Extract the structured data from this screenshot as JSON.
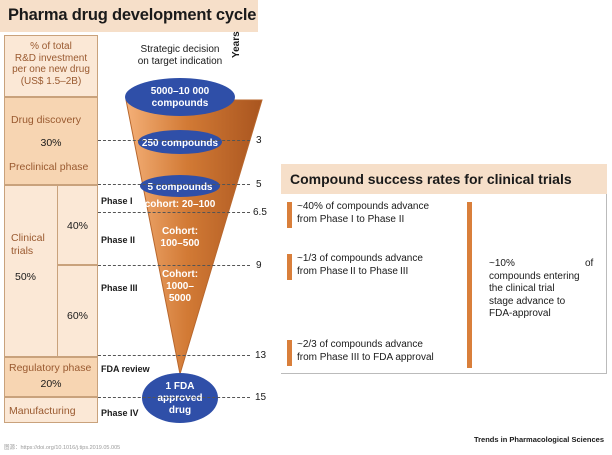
{
  "title": "Pharma drug development cycle",
  "header": {
    "investment_label": "% of total\nR&D investment\nper one new drug\n(US$ 1.5–2B)",
    "strategic_label": "Strategic decision\non target indication",
    "years_label": "Years"
  },
  "stages": {
    "drug_discovery": "Drug discovery",
    "drug_discovery_pct": "30%",
    "preclinical": "Preclinical phase",
    "clinical_trials": "Clinical\ntrials",
    "clinical_pct": "50%",
    "phase1_2_pct": "40%",
    "phase3_pct": "60%",
    "regulatory": "Regulatory phase",
    "regulatory_pct": "20%",
    "manufacturing": "Manufacturing"
  },
  "funnel": {
    "compounds_top": "5000–10 000\ncompounds",
    "compounds_250": "250 compounds",
    "compounds_5": "5 compounds",
    "cohort_phase1": "cohort: 20–100",
    "cohort_phase2": "Cohort:\n100–500",
    "cohort_phase3": "Cohort:\n1000–\n5000",
    "approved": "1 FDA\napproved\ndrug"
  },
  "phases": {
    "p1": "Phase I",
    "p2": "Phase II",
    "p3": "Phase III",
    "fda": "FDA review",
    "p4": "Phase IV"
  },
  "year_ticks": [
    "3",
    "5",
    "6.5",
    "9",
    "13",
    "15"
  ],
  "rates": {
    "title": "Compound success rates for clinical trials",
    "r1": "~40% of compounds advance\nfrom Phase I to Phase II",
    "r2": "~1/3 of compounds advance\nfrom Phase II  to Phase III",
    "r3": "~2/3 of compounds advance\nfrom Phase III to FDA approval",
    "overall": "~10%\ncompounds entering\nthe clinical trial\nstage advance to\nFDA-approval",
    "overall_of": "of"
  },
  "credit": "Trends in Pharmacological Sciences",
  "footnote": "图源：https://doi.org/10.1016/j.tips.2019.05.005",
  "colors": {
    "accent_light": "#f6dfc9",
    "accent_orange": "#d97f3b",
    "ellipse_blue": "#2f4fa8"
  }
}
